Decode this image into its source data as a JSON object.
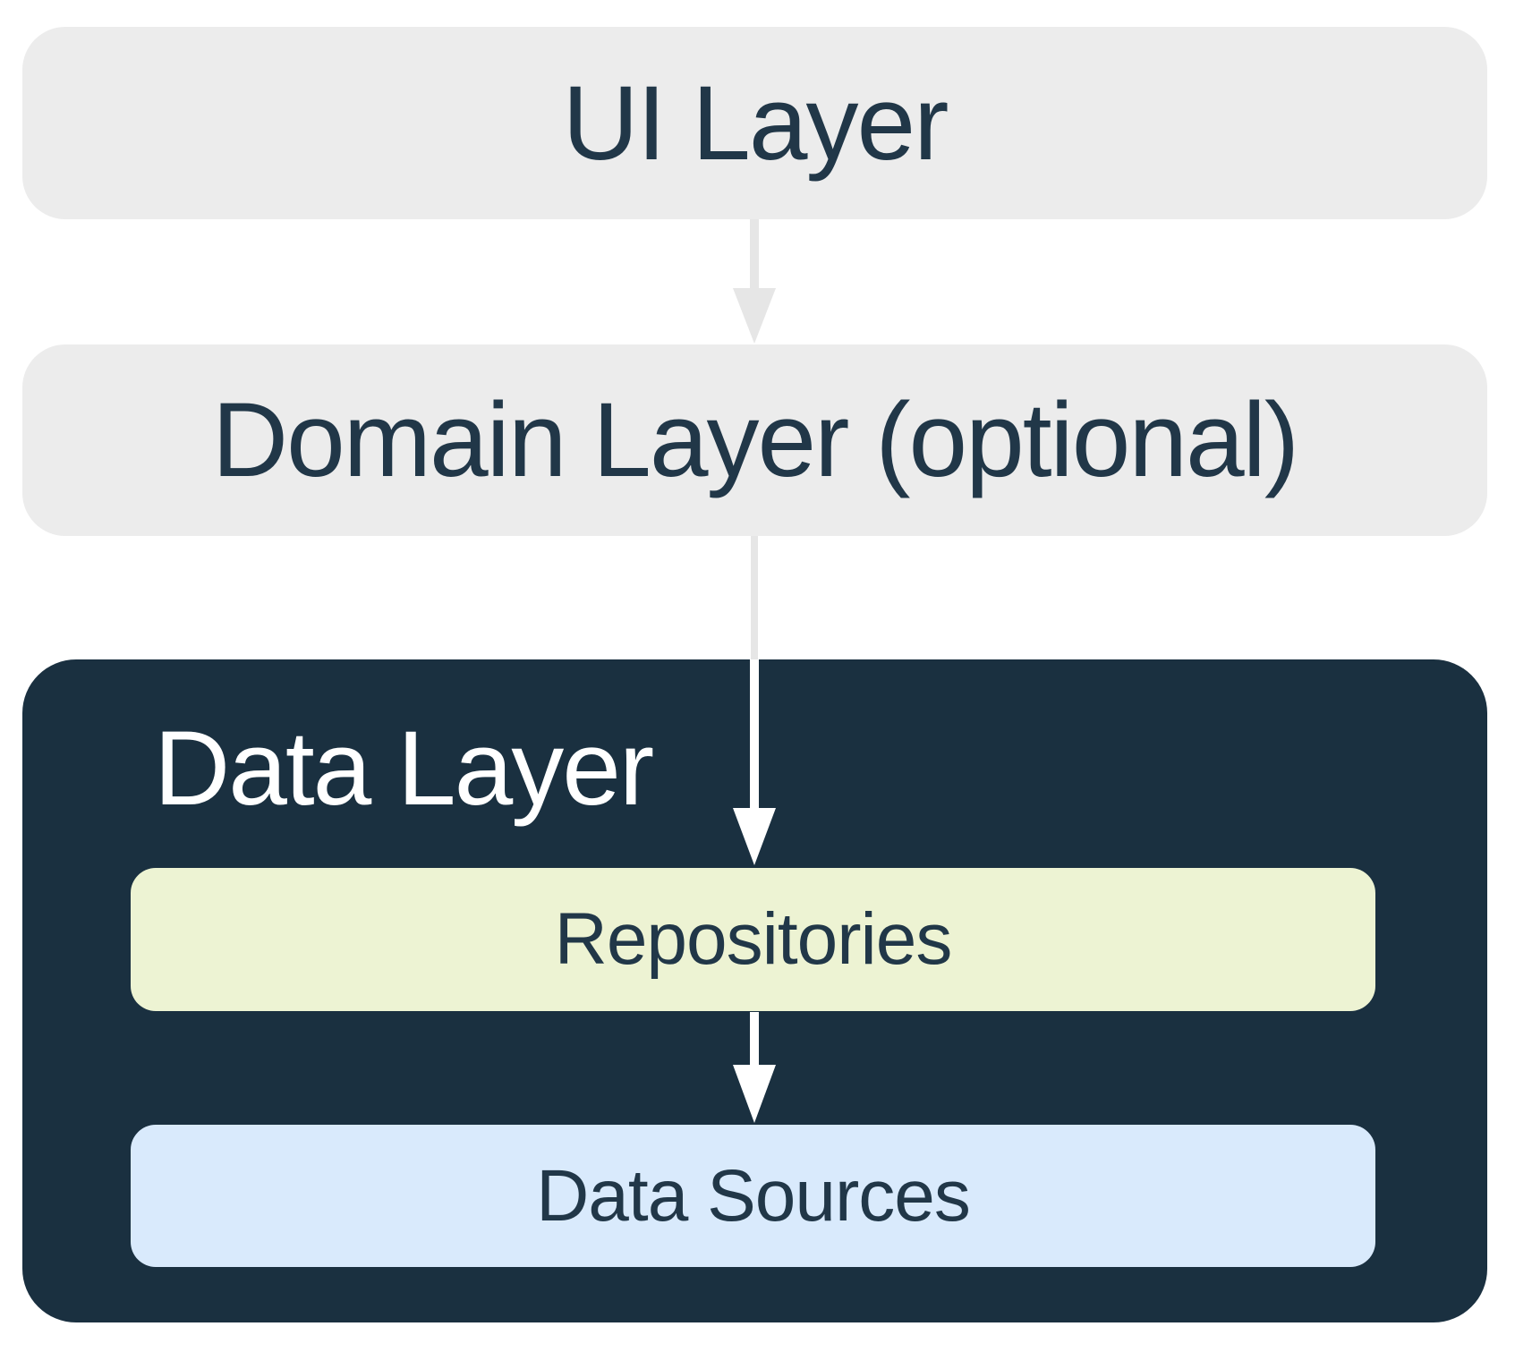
{
  "diagram": {
    "description": "App architecture layers diagram",
    "colors": {
      "layer_box_gray": "#ececec",
      "arrow_gray": "#e6e6e6",
      "data_layer_navy": "#1a3040",
      "repositories_fill": "#edf3d3",
      "data_sources_fill": "#d9eafc",
      "text_navy": "#213748",
      "text_white": "#ffffff"
    },
    "nodes": {
      "ui_layer": {
        "label": "UI Layer"
      },
      "domain_layer": {
        "label": "Domain Layer (optional)"
      },
      "data_layer": {
        "label": "Data Layer"
      },
      "repositories": {
        "label": "Repositories"
      },
      "data_sources": {
        "label": "Data Sources"
      }
    },
    "arrows": [
      {
        "from": "ui_layer",
        "to": "domain_layer",
        "direction": "down",
        "color": "#e6e6e6"
      },
      {
        "from": "domain_layer",
        "to": "repositories",
        "direction": "down",
        "color_outside_dark_box": "#e6e6e6",
        "color_inside_dark_box": "#ffffff"
      },
      {
        "from": "repositories",
        "to": "data_sources",
        "direction": "down",
        "color": "#ffffff"
      }
    ]
  }
}
